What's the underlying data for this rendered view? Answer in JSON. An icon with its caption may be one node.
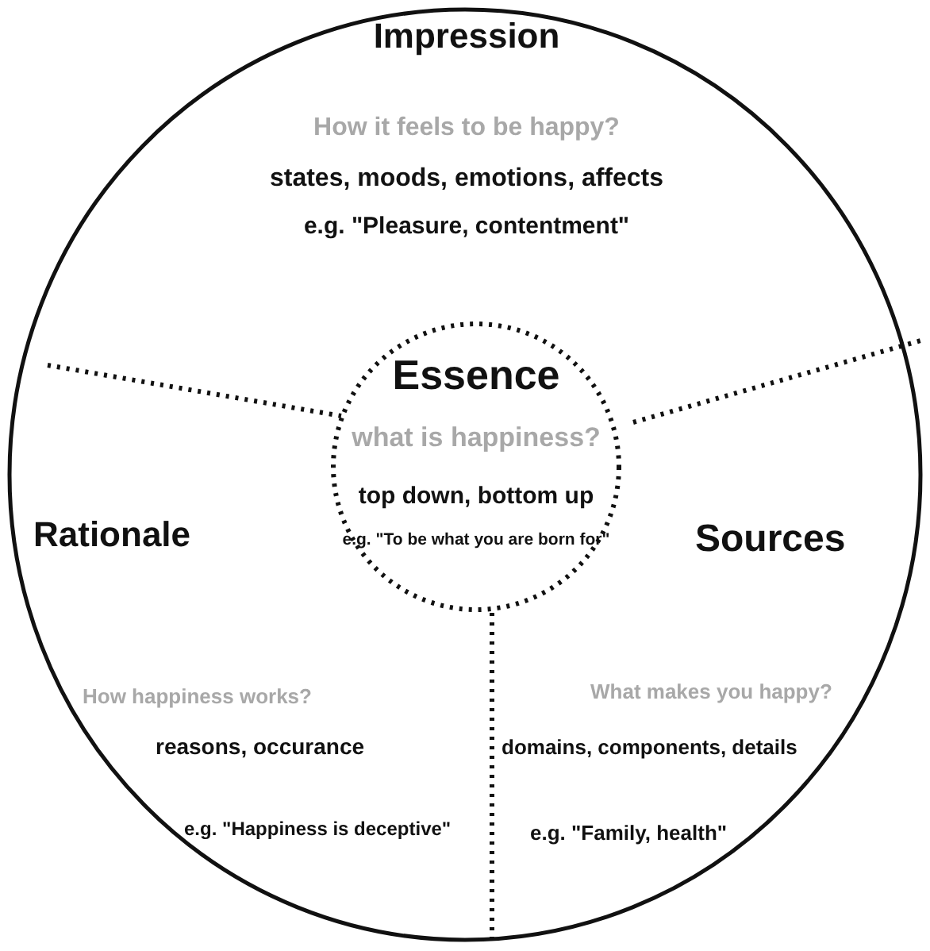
{
  "diagram": {
    "nodes": [
      {
        "text": [],
        "shape": "circle"
      },
      {
        "text": [
          "Impression",
          "How it feels to be happy?",
          "states, moods, emotions, affects",
          "e.g. \"Pleasure, contentment\""
        ],
        "in": 0
      },
      {
        "text": [
          "Essence",
          "what is happiness?",
          "top down, bottom up",
          "e.g. \"To be what you are born for\""
        ],
        "in": 0
      },
      {
        "text": [
          "Rationale",
          "How happiness works?",
          "reasons, occurance",
          "e.g. \"Happiness is deceptive\""
        ],
        "in": 0
      },
      {
        "text": [
          "Sources",
          "What makes you happy?",
          "domains, components, details",
          "e.g. \"Family, health\""
        ],
        "in": 0
      }
    ]
  }
}
